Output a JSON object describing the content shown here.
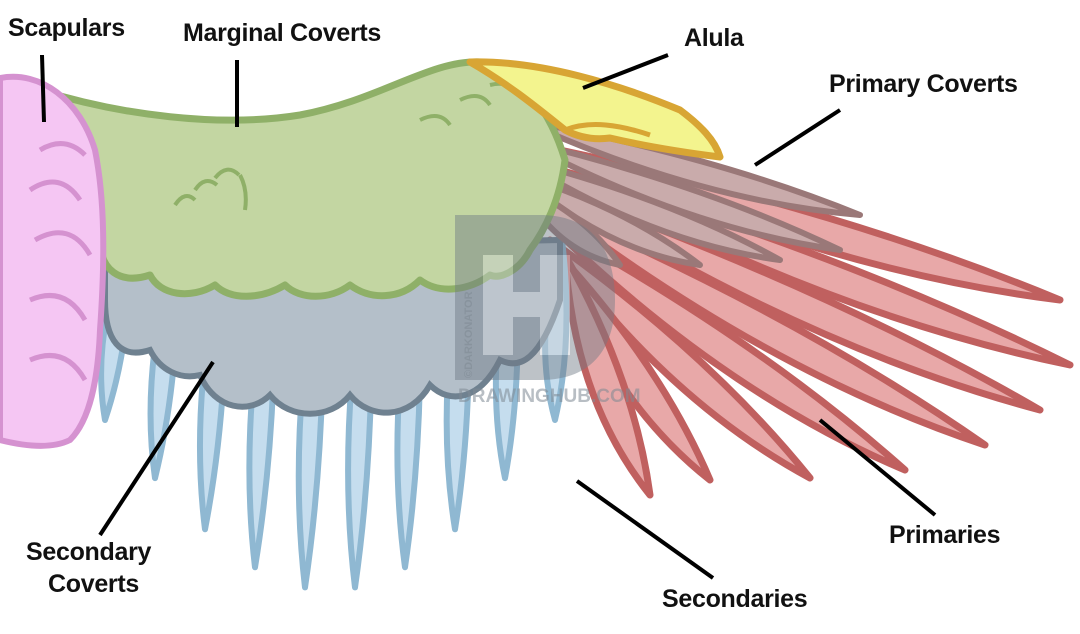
{
  "diagram": {
    "labels": {
      "scapulars": "Scapulars",
      "marginal_coverts": "Marginal Coverts",
      "alula": "Alula",
      "primary_coverts": "Primary Coverts",
      "secondary_coverts_line1": "Secondary",
      "secondary_coverts_line2": "Coverts",
      "secondaries": "Secondaries",
      "primaries": "Primaries"
    },
    "watermark": {
      "site": "DRAWINGHUB.COM",
      "credit": "©DARKONATOR"
    },
    "colors": {
      "scapulars": "#f5c6f3",
      "marginal_coverts": "#c3d6a2",
      "alula": "#f3f48e",
      "primary_coverts": "#c9abab",
      "secondary_coverts": "#b4bfc9",
      "secondaries": "#c5ddee",
      "primaries": "#e8a8a8"
    }
  }
}
